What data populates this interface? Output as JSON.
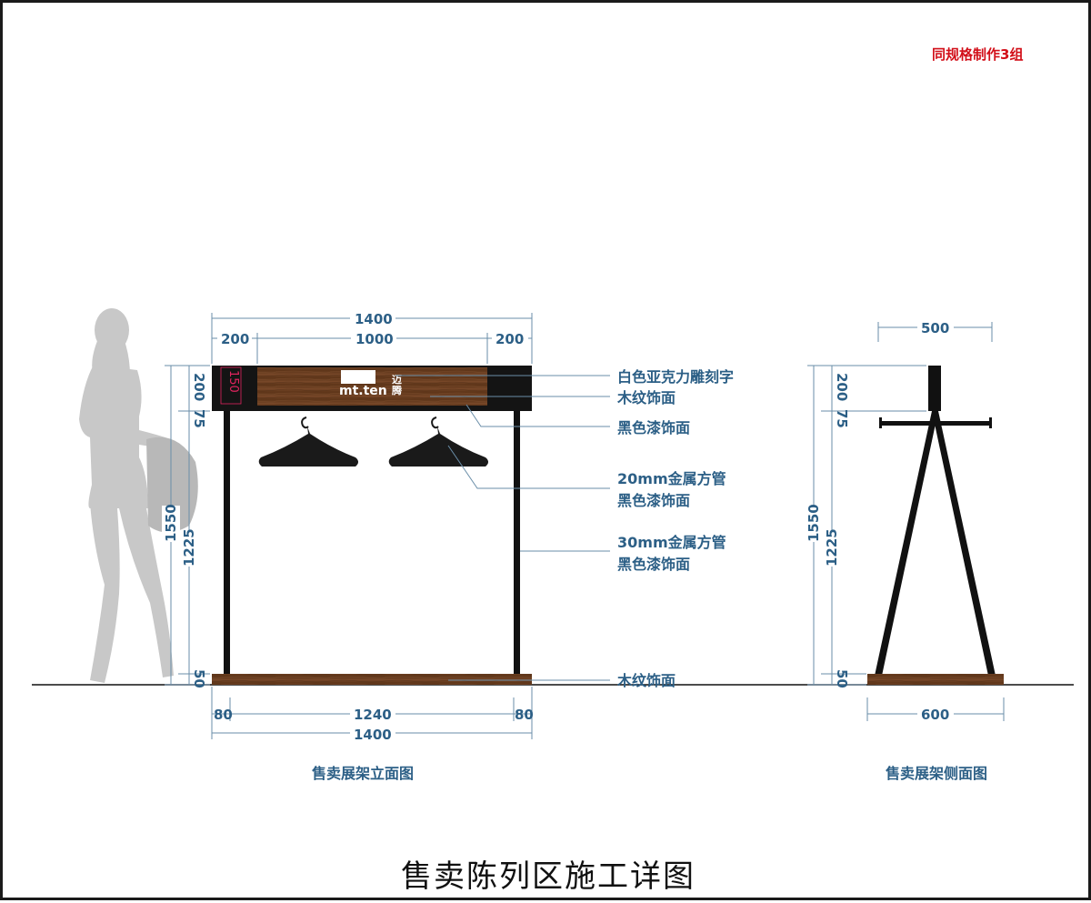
{
  "header_note": "同规格制作3组",
  "page_title": "售卖陈列区施工详图",
  "captions": {
    "front": "售卖展架立面图",
    "side": "售卖展架侧面图"
  },
  "logo": {
    "brand": "mt.ten",
    "cn_chars": "迈\n腾"
  },
  "sign_height_mark": "150",
  "front_view": {
    "top_dims": {
      "overall": "1400",
      "left_section": "200",
      "middle_section": "1000",
      "right_section": "200"
    },
    "bottom_dims": {
      "left_offset": "80",
      "inner": "1240",
      "right_offset": "80",
      "overall": "1400"
    },
    "vertical_dims": {
      "sign": "200",
      "gap": "75",
      "total": "1550",
      "post": "1225",
      "base": "50"
    }
  },
  "side_view": {
    "top_width": "500",
    "base_width": "600",
    "vertical_dims": {
      "sign": "200",
      "gap": "75",
      "total": "1550",
      "post": "1225",
      "base": "50"
    }
  },
  "callouts": {
    "acrylic": "白色亚克力雕刻字",
    "wood_top": "木纹饰面",
    "black_paint": "黑色漆饰面",
    "tube20_line1": "20mm金属方管",
    "tube20_line2": "黑色漆饰面",
    "tube30_line1": "30mm金属方管",
    "tube30_line2": "黑色漆饰面",
    "wood_base": "木纹饰面"
  },
  "colors": {
    "dimension_text": "#2c5f86",
    "note_red": "#d20f19",
    "wood": "#6b3f22",
    "metal_black": "#111111",
    "silhouette": "#c8c8c8"
  }
}
